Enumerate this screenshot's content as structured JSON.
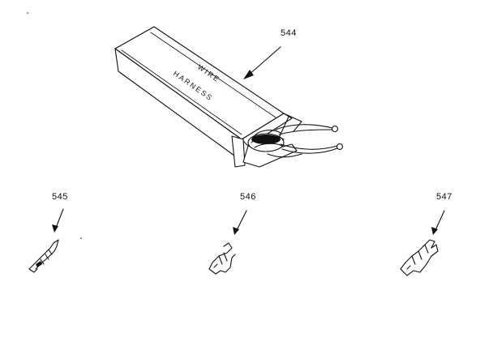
{
  "figure": {
    "harness": {
      "ref": "544",
      "label_line1": "WIRE",
      "label_line2": "HARNESS"
    },
    "terminals": [
      {
        "ref": "545"
      },
      {
        "ref": "546"
      },
      {
        "ref": "547"
      }
    ]
  }
}
